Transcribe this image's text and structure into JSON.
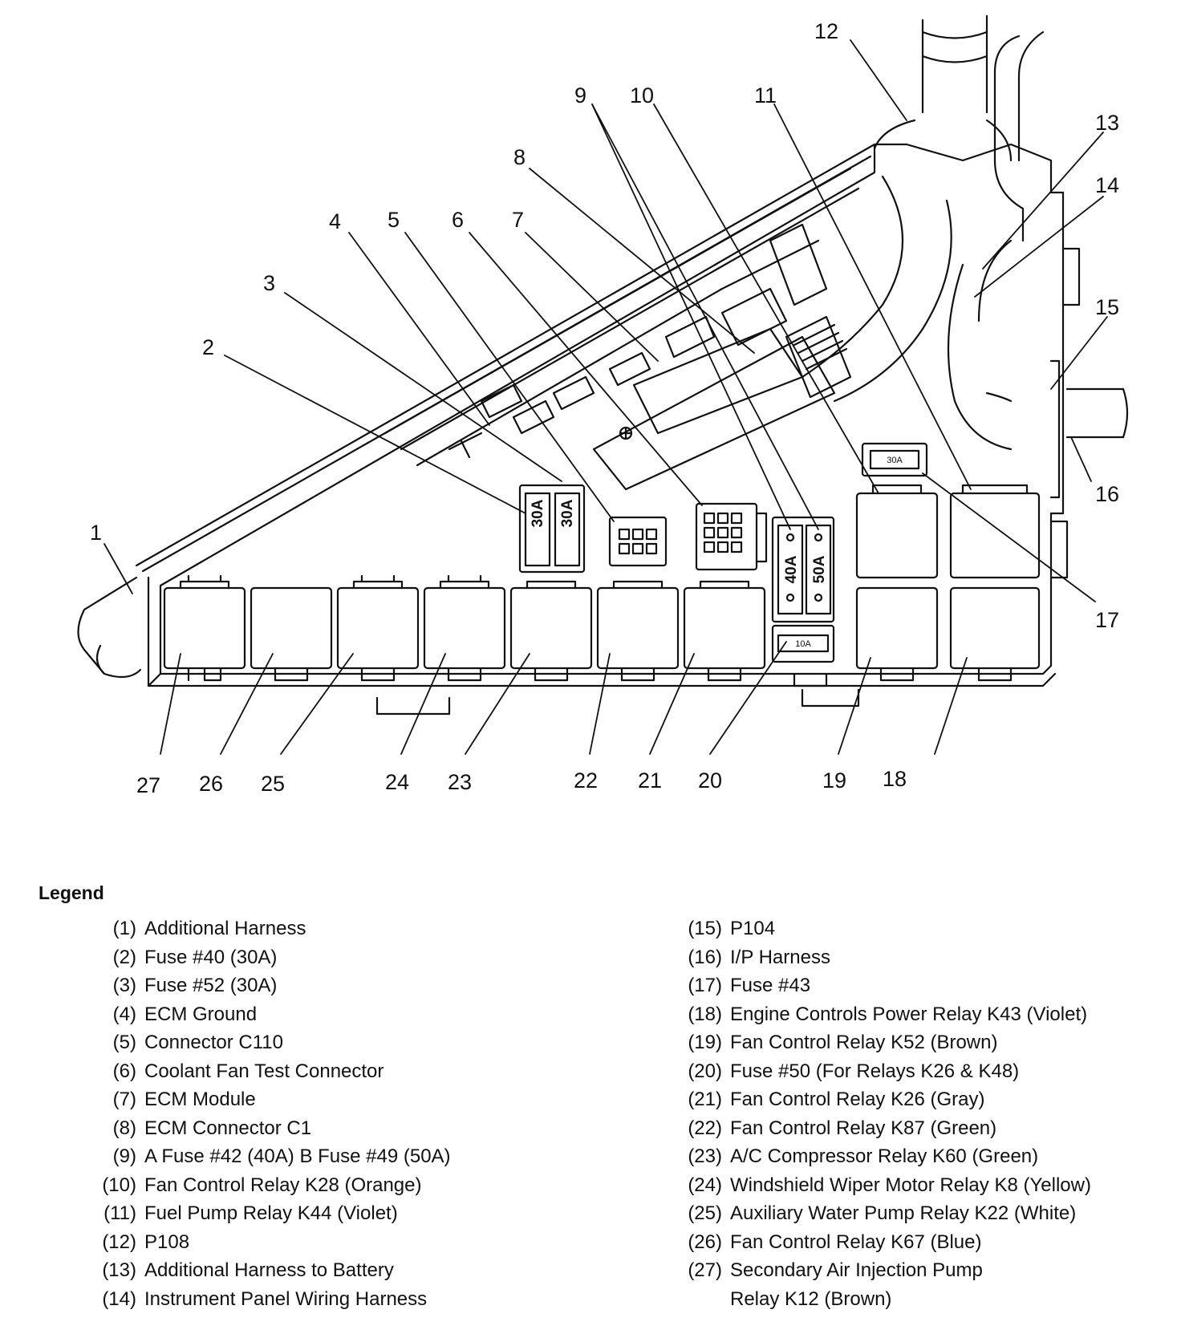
{
  "callouts": [
    {
      "id": "1",
      "label": "1"
    },
    {
      "id": "2",
      "label": "2"
    },
    {
      "id": "3",
      "label": "3"
    },
    {
      "id": "4",
      "label": "4"
    },
    {
      "id": "5",
      "label": "5"
    },
    {
      "id": "6",
      "label": "6"
    },
    {
      "id": "7",
      "label": "7"
    },
    {
      "id": "8",
      "label": "8"
    },
    {
      "id": "9",
      "label": "9"
    },
    {
      "id": "10",
      "label": "10"
    },
    {
      "id": "11",
      "label": "11"
    },
    {
      "id": "12",
      "label": "12"
    },
    {
      "id": "13",
      "label": "13"
    },
    {
      "id": "14",
      "label": "14"
    },
    {
      "id": "15",
      "label": "15"
    },
    {
      "id": "16",
      "label": "16"
    },
    {
      "id": "17",
      "label": "17"
    },
    {
      "id": "18",
      "label": "18"
    },
    {
      "id": "19",
      "label": "19"
    },
    {
      "id": "20",
      "label": "20"
    },
    {
      "id": "21",
      "label": "21"
    },
    {
      "id": "22",
      "label": "22"
    },
    {
      "id": "23",
      "label": "23"
    },
    {
      "id": "24",
      "label": "24"
    },
    {
      "id": "25",
      "label": "25"
    },
    {
      "id": "26",
      "label": "26"
    },
    {
      "id": "27",
      "label": "27"
    }
  ],
  "fuse_ratings": {
    "fuse40": "30A",
    "fuse52": "30A",
    "fuse42": "40A",
    "fuse49": "50A",
    "fuse50": "10A",
    "fuse43": "30A"
  },
  "legend": {
    "title": "Legend",
    "left": [
      {
        "num": "(1)",
        "text": "Additional Harness"
      },
      {
        "num": "(2)",
        "text": "Fuse #40 (30A)"
      },
      {
        "num": "(3)",
        "text": "Fuse #52 (30A)"
      },
      {
        "num": "(4)",
        "text": "ECM Ground"
      },
      {
        "num": "(5)",
        "text": "Connector C110"
      },
      {
        "num": "(6)",
        "text": "Coolant Fan Test Connector"
      },
      {
        "num": "(7)",
        "text": "ECM Module"
      },
      {
        "num": "(8)",
        "text": "ECM Connector C1"
      },
      {
        "num": "(9)",
        "text": "A Fuse #42 (40A) B Fuse #49 (50A)"
      },
      {
        "num": "(10)",
        "text": "Fan Control Relay K28 (Orange)"
      },
      {
        "num": "(11)",
        "text": "Fuel Pump Relay K44 (Violet)"
      },
      {
        "num": "(12)",
        "text": "P108"
      },
      {
        "num": "(13)",
        "text": "Additional Harness to Battery"
      },
      {
        "num": "(14)",
        "text": "Instrument Panel Wiring Harness"
      }
    ],
    "right": [
      {
        "num": "(15)",
        "text": "P104"
      },
      {
        "num": "(16)",
        "text": "I/P Harness"
      },
      {
        "num": "(17)",
        "text": "Fuse #43"
      },
      {
        "num": "(18)",
        "text": "Engine Controls Power Relay K43 (Violet)"
      },
      {
        "num": "(19)",
        "text": "Fan Control Relay K52 (Brown)"
      },
      {
        "num": "(20)",
        "text": "Fuse #50 (For Relays K26 & K48)"
      },
      {
        "num": "(21)",
        "text": "Fan Control Relay K26 (Gray)"
      },
      {
        "num": "(22)",
        "text": "Fan Control Relay K87 (Green)"
      },
      {
        "num": "(23)",
        "text": "A/C Compressor Relay K60 (Green)"
      },
      {
        "num": "(24)",
        "text": "Windshield Wiper Motor Relay K8 (Yellow)"
      },
      {
        "num": "(25)",
        "text": "Auxiliary Water Pump Relay K22 (White)"
      },
      {
        "num": "(26)",
        "text": "Fan Control Relay K67 (Blue)"
      },
      {
        "num": "(27)",
        "text": "Secondary Air Injection Pump\nRelay K12 (Brown)"
      }
    ]
  }
}
